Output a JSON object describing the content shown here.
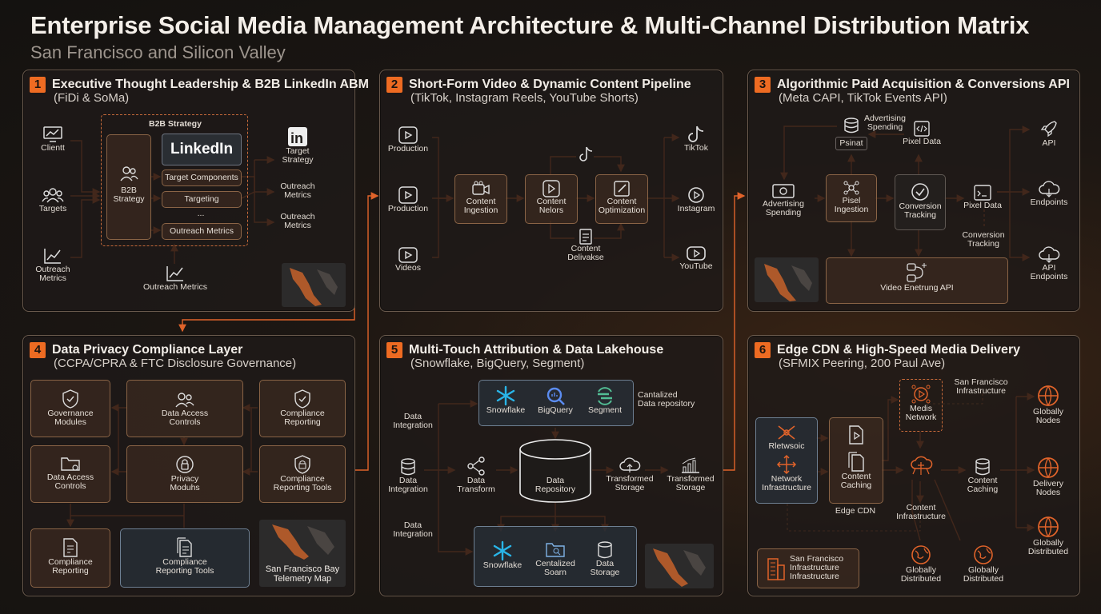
{
  "header": {
    "title": "Enterprise Social Media Management Architecture & Multi-Channel Distribution Matrix",
    "subtitle": "San Francisco and Silicon Valley"
  },
  "colors": {
    "accent": "#ee6b22",
    "panel_border": "#6a5a4d",
    "wire": "#e0632a"
  },
  "panels": {
    "p1": {
      "number": "1",
      "title": "Executive Thought Leadership & B2B LinkedIn ABM",
      "subtitle": "(FiDi & SoMa)",
      "left_nodes": [
        {
          "label": "Clientt",
          "icon": "chart-monitor-icon"
        },
        {
          "label": "Targets",
          "icon": "people-icon"
        },
        {
          "label": "Outreach\nMetrics",
          "icon": "trend-icon"
        }
      ],
      "strategy_box_label": "B2B Strategy",
      "strategy_node": "B2B\nStrategy",
      "linkedin_logo": "LinkedIn",
      "components": [
        "Target Components",
        "Targeting",
        "...",
        "Outreach Metrics"
      ],
      "bottom_node": "Outreach Metrics",
      "right_nodes": [
        "Target\nStrategy",
        "Outreach\nMetrics",
        "Outreach\nMetrics"
      ]
    },
    "p2": {
      "number": "2",
      "title": "Short-Form Video & Dynamic Content Pipeline",
      "subtitle": "(TikTok, Instagram Reels, YouTube Shorts)",
      "inputs": [
        "Production",
        "Production",
        "Videos"
      ],
      "stages": [
        "Content\nIngestion",
        "Content\nNelors",
        "Content\nOptimization"
      ],
      "bottom_node": "Content\nDelivakse",
      "outputs": [
        "TikTok",
        "Instagram",
        "YouTube"
      ]
    },
    "p3": {
      "number": "3",
      "title": "Algorithmic Paid Acquisition & Conversions API",
      "subtitle": "(Meta CAPI, TikTok Events API)",
      "top_nodes": [
        "Psinat",
        "Advertising\nSpending",
        "Pixel Data"
      ],
      "left_node": "Advertising\nSpending",
      "middle": [
        "Pisel\nIngestion",
        "Conversion\nTracking",
        "Pixel Data"
      ],
      "right_small": "Conversion\nTracking",
      "bottom_box": "Video Enetrung API",
      "outputs": [
        "API",
        "Endpoints",
        "API\nEndpoints"
      ]
    },
    "p4": {
      "number": "4",
      "title": "Data Privacy Compliance Layer",
      "subtitle": "(CCPA/CPRA & FTC Disclosure Governance)",
      "boxes": [
        "Governance\nModules",
        "Data Access\nControls",
        "Compliance\nReporting",
        "Data Access\nControls",
        "Privacy\nModuhs",
        "Compliance\nReporting Tools",
        "Compliance\nReporting",
        "Compliance\nReporting Tools"
      ],
      "map_caption": "San Francisco Bay\nTelemetry Map"
    },
    "p5": {
      "number": "5",
      "title": "Multi-Touch Attribution & Data Lakehouse",
      "subtitle": "(Snowflake, BigQuery, Segment)",
      "top_row": [
        "Snowflake",
        "BigQuery",
        "Segment"
      ],
      "top_note": "Cantalized\nData repository",
      "left_labels": [
        "Data\nIntegration",
        "Data\nIntegration",
        "Data\nIntegration"
      ],
      "flow": [
        "Data\nTransform",
        "Data\nRepository",
        "Transformed\nStorage",
        "Transformed\nStorage"
      ],
      "bottom_row": [
        "Snowflake",
        "Centalized\nSoarn",
        "Data\nStorage"
      ]
    },
    "p6": {
      "number": "6",
      "title": "Edge CDN & High-Speed Media Delivery",
      "subtitle": "(SFMIX Peering, 200 Paul Ave)",
      "left_box": [
        "Rletwsoic",
        "Network\nInfrastructure"
      ],
      "content_box": [
        "Content\nCaching"
      ],
      "edge_label": "Edge CDN",
      "media_network": "Medis\nNetwork",
      "sf_infra_top": "San Francisco\nInfrastructure",
      "content_infra": "Content\nInfrastructure",
      "content_caching": "Content\nCaching",
      "sf_infra_box": "San Francisco\nInfrastructure\nInfrastructure",
      "globally": [
        "Globally\nDistributed",
        "Globally\nDistributed"
      ],
      "outputs": [
        "Globally\nNodes",
        "Delivery\nNodes",
        "Globally\nDistributed"
      ]
    }
  }
}
